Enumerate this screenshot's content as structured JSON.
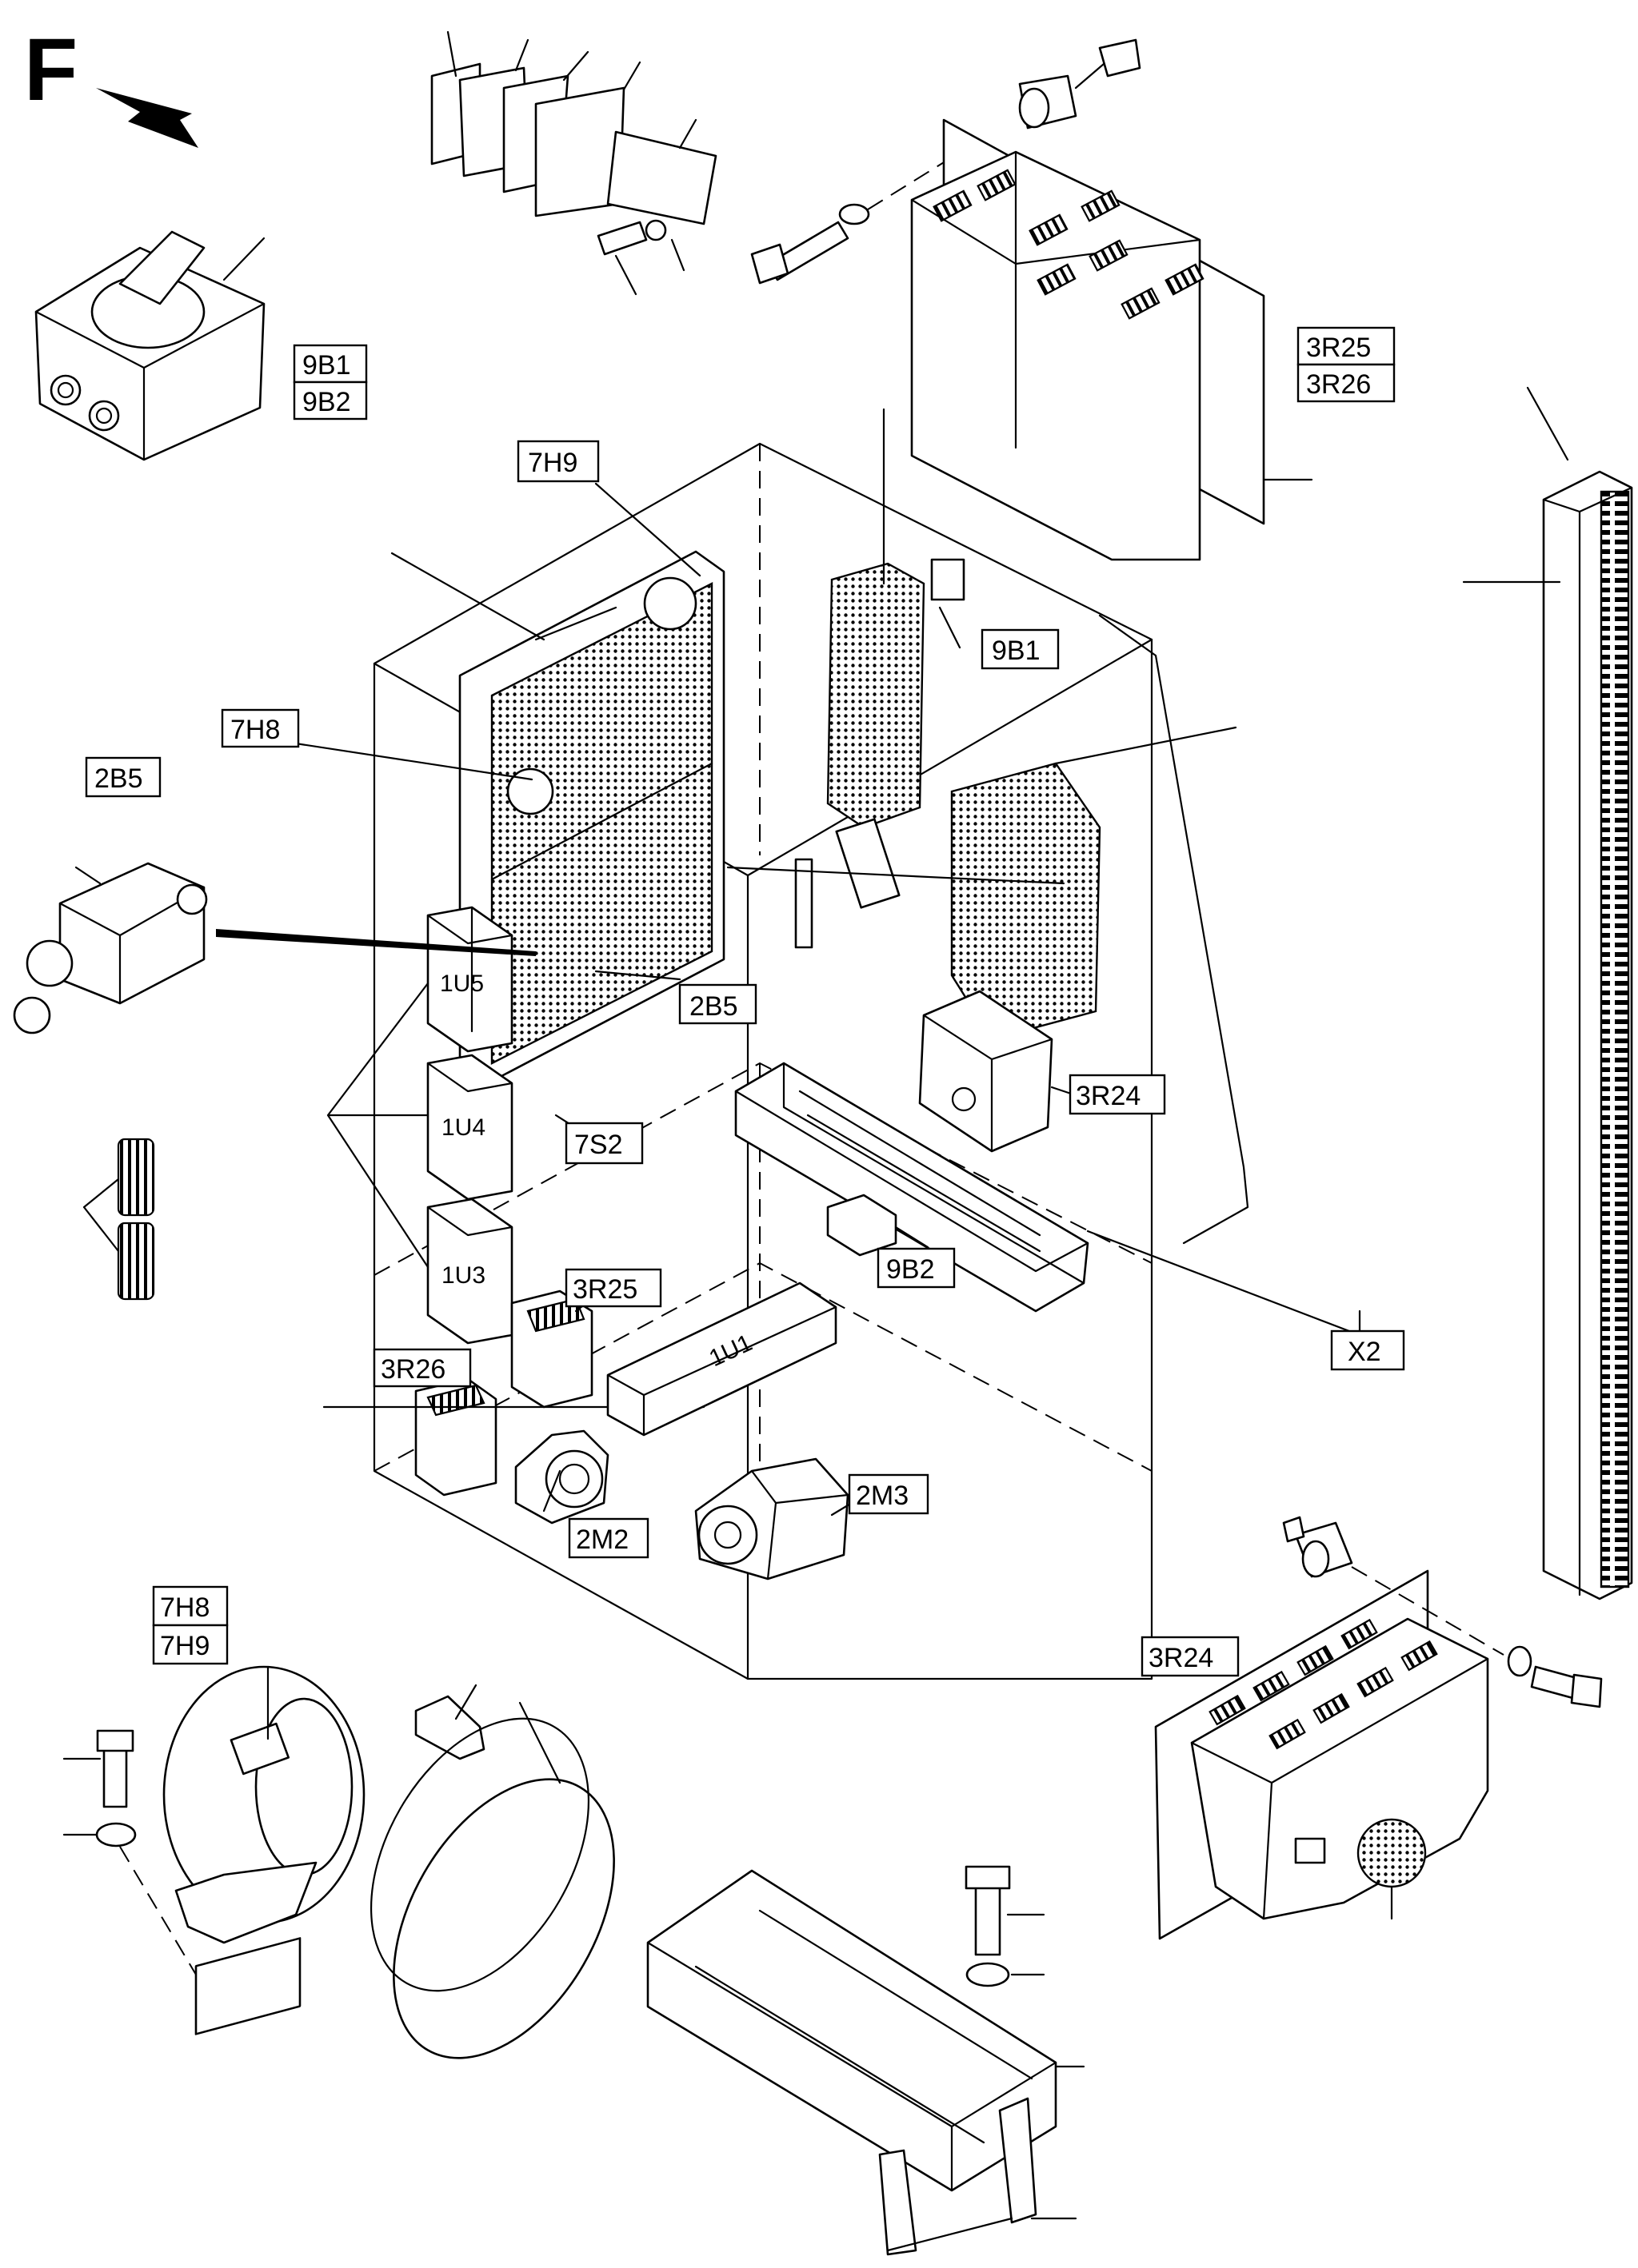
{
  "orientation": {
    "letter": "F"
  },
  "labels": {
    "9B1": "9B1",
    "9B2": "9B2",
    "3R25": "3R25",
    "3R26": "3R26",
    "7H9": "7H9",
    "7H8": "7H8",
    "2B5": "2B5",
    "3R24": "3R24",
    "7S2": "7S2",
    "X2": "X2",
    "2M2": "2M2",
    "2M3": "2M3"
  },
  "modules": {
    "1U5": "1U5",
    "1U4": "1U4",
    "1U3": "1U3",
    "1U1": "1U1"
  }
}
